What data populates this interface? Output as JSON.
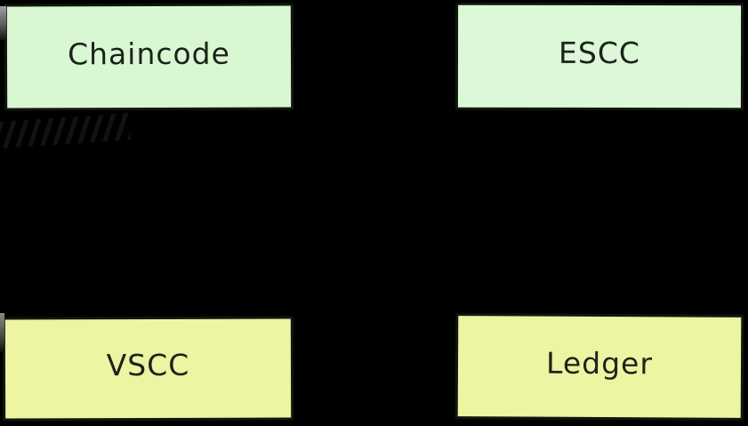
{
  "diagram": {
    "background_color": "#000000",
    "boxes": [
      {
        "id": "chaincode",
        "label": "Chaincode",
        "fill_color": "#d9f7d3",
        "border_color": "#11170e",
        "text_color": "#1b231b"
      },
      {
        "id": "escc",
        "label": "ESCC",
        "fill_color": "#dcf8d8",
        "border_color": "#11170e",
        "text_color": "#1b231b"
      },
      {
        "id": "vscc",
        "label": "VSCC",
        "fill_color": "#edf4a2",
        "border_color": "#11170e",
        "text_color": "#1b231b"
      },
      {
        "id": "ledger",
        "label": "Ledger",
        "fill_color": "#edf4a2",
        "border_color": "#11170e",
        "text_color": "#1b231b"
      }
    ],
    "annotations": [
      {
        "id": "faint-scribble",
        "shape": "illegible-dark-handwriting-strokes"
      }
    ]
  }
}
